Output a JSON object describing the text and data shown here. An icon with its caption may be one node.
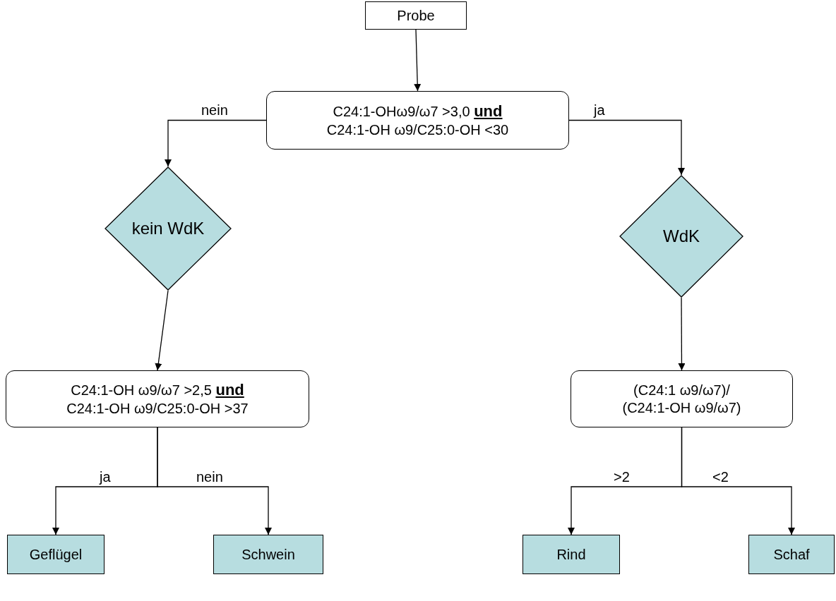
{
  "diagram": {
    "nodes": [
      {
        "text": [
          "Probe"
        ]
      },
      {
        "text": [
          "C24:1-OHω9/ω7 >3,0 **und** C24:1-OH ω9/C25:0-OH <30"
        ]
      },
      {
        "text": [
          "kein WdK"
        ]
      },
      {
        "text": [
          "WdK"
        ]
      },
      {
        "text": [
          "C24:1-OH ω9/ω7 >2,5 **und** C24:1-OH ω9/C25:0-OH >37"
        ]
      },
      {
        "text": [
          "(C24:1 ω9/ω7)/ (C24:1-OH ω9/ω7)"
        ]
      },
      {
        "text": [
          "Geflügel"
        ]
      },
      {
        "text": [
          "Schwein"
        ]
      },
      {
        "text": [
          "Rind"
        ]
      },
      {
        "text": [
          "Schaf"
        ]
      }
    ],
    "edges": [
      {
        "from": 0,
        "to": 1,
        "arrow": "to"
      },
      {
        "from": 1,
        "to": 2,
        "arrow": "to",
        "label": "nein"
      },
      {
        "from": 1,
        "to": 3,
        "arrow": "to",
        "label": "ja"
      },
      {
        "from": 2,
        "to": 4,
        "arrow": "to"
      },
      {
        "from": 3,
        "to": 5,
        "arrow": "to"
      },
      {
        "from": 4,
        "to": 6,
        "arrow": "to",
        "label": "ja"
      },
      {
        "from": 4,
        "to": 7,
        "arrow": "to",
        "label": "nein"
      },
      {
        "from": 5,
        "to": 8,
        "arrow": "to",
        "label": ">2"
      },
      {
        "from": 5,
        "to": 9,
        "arrow": "to",
        "label": "<2"
      }
    ]
  }
}
